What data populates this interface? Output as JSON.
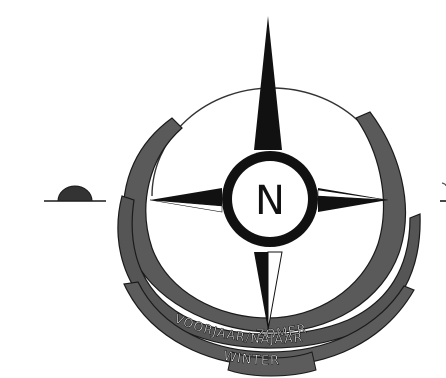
{
  "compass": {
    "north_label": "N"
  },
  "season_arcs": [
    {
      "key": "summer",
      "label": "ZOMER"
    },
    {
      "key": "spring_autumn",
      "label": "VOORJAAR/NAJAAR"
    },
    {
      "key": "winter",
      "label": "WINTER"
    }
  ],
  "colors": {
    "arc_fill": "#555555",
    "arc_edge": "#1a1a1a",
    "needle": "#111111",
    "background": "#ffffff"
  }
}
